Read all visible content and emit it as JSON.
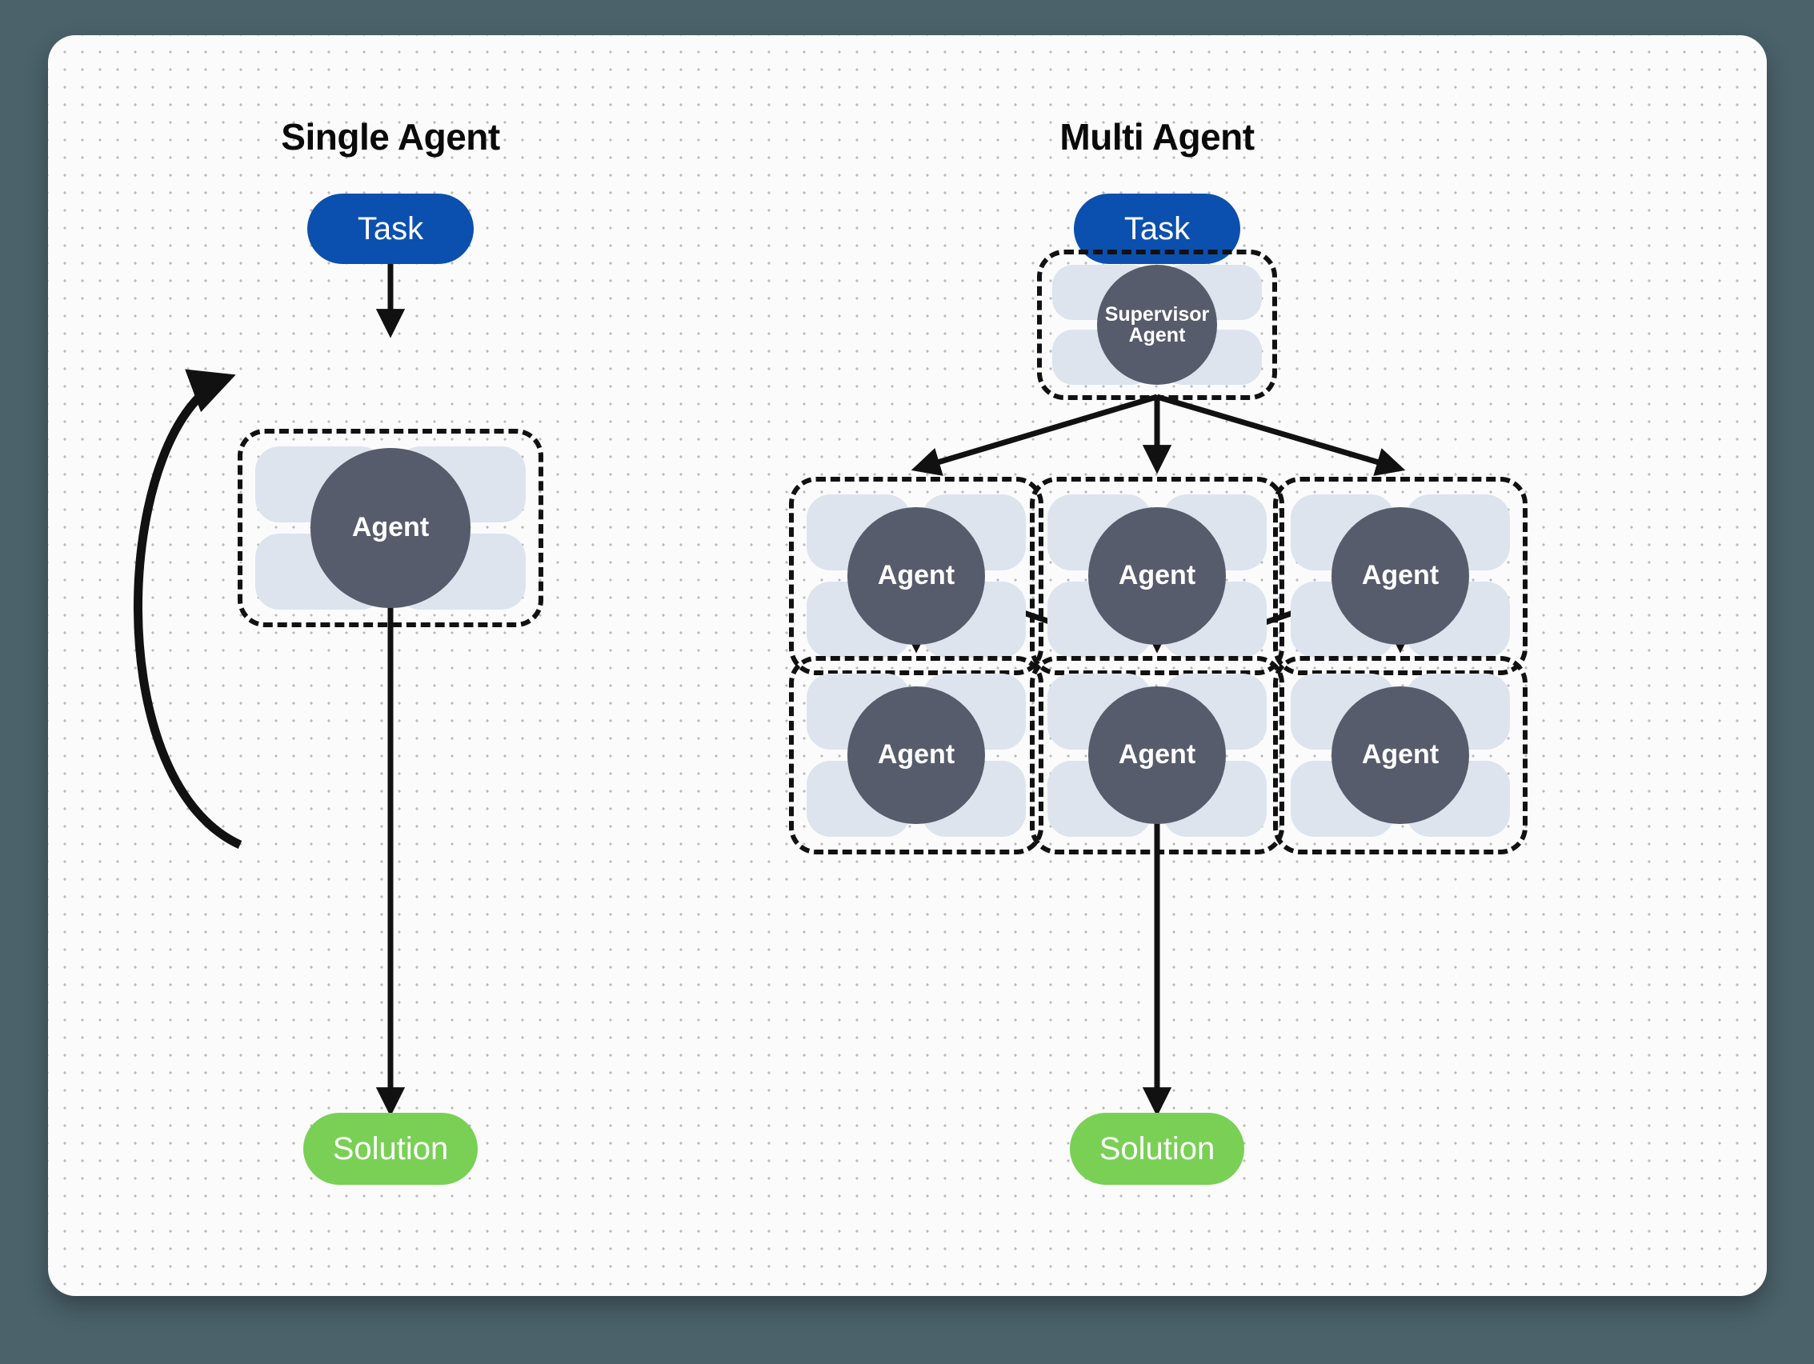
{
  "canvas": {
    "background_color": "#4b626a",
    "card_color": "#fbfbfb",
    "dot_color": "#b9b9b9"
  },
  "colors": {
    "task": "#0b50ae",
    "solution": "#79d055",
    "agent_core": "#565c6b",
    "agent_lobe": "#dde4ee",
    "stroke": "#111111"
  },
  "panels": [
    {
      "id": "single",
      "title": "Single Agent"
    },
    {
      "id": "multi",
      "title": "Multi Agent"
    }
  ],
  "single_agent": {
    "title": "Single Agent",
    "task_label": "Task",
    "agent_label": "Agent",
    "solution_label": "Solution"
  },
  "multi_agent": {
    "title": "Multi Agent",
    "task_label": "Task",
    "supervisor_label_line1": "Supervisor",
    "supervisor_label_line2": "Agent",
    "solution_label": "Solution",
    "row1": [
      {
        "label": "Agent"
      },
      {
        "label": "Agent"
      },
      {
        "label": "Agent"
      }
    ],
    "row2": [
      {
        "label": "Agent"
      },
      {
        "label": "Agent"
      },
      {
        "label": "Agent"
      }
    ]
  },
  "chart_data": {
    "type": "diagram",
    "title": "Single Agent vs Multi Agent",
    "nodes": [
      {
        "id": "s-task",
        "label": "Task",
        "kind": "pill",
        "panel": "single"
      },
      {
        "id": "s-agent",
        "label": "Agent",
        "kind": "agent",
        "panel": "single"
      },
      {
        "id": "s-solution",
        "label": "Solution",
        "kind": "pill",
        "panel": "single"
      },
      {
        "id": "m-task",
        "label": "Task",
        "kind": "pill",
        "panel": "multi"
      },
      {
        "id": "m-supervisor",
        "label": "Supervisor Agent",
        "kind": "agent",
        "panel": "multi"
      },
      {
        "id": "m-a1",
        "label": "Agent",
        "kind": "agent",
        "panel": "multi"
      },
      {
        "id": "m-a2",
        "label": "Agent",
        "kind": "agent",
        "panel": "multi"
      },
      {
        "id": "m-a3",
        "label": "Agent",
        "kind": "agent",
        "panel": "multi"
      },
      {
        "id": "m-b1",
        "label": "Agent",
        "kind": "agent",
        "panel": "multi"
      },
      {
        "id": "m-b2",
        "label": "Agent",
        "kind": "agent",
        "panel": "multi"
      },
      {
        "id": "m-b3",
        "label": "Agent",
        "kind": "agent",
        "panel": "multi"
      },
      {
        "id": "m-solution",
        "label": "Solution",
        "kind": "pill",
        "panel": "multi"
      }
    ],
    "edges": [
      {
        "from": "s-task",
        "to": "s-agent"
      },
      {
        "from": "s-agent",
        "to": "s-agent",
        "style": "self-loop"
      },
      {
        "from": "s-agent",
        "to": "s-solution"
      },
      {
        "from": "m-task",
        "to": "m-supervisor"
      },
      {
        "from": "m-supervisor",
        "to": "m-a1"
      },
      {
        "from": "m-supervisor",
        "to": "m-a2"
      },
      {
        "from": "m-supervisor",
        "to": "m-a3"
      },
      {
        "from": "m-a1",
        "to": "m-b1"
      },
      {
        "from": "m-a1",
        "to": "m-b2"
      },
      {
        "from": "m-a2",
        "to": "m-b2"
      },
      {
        "from": "m-a3",
        "to": "m-b2"
      },
      {
        "from": "m-a3",
        "to": "m-b3"
      },
      {
        "from": "m-b2",
        "to": "m-solution"
      }
    ]
  }
}
